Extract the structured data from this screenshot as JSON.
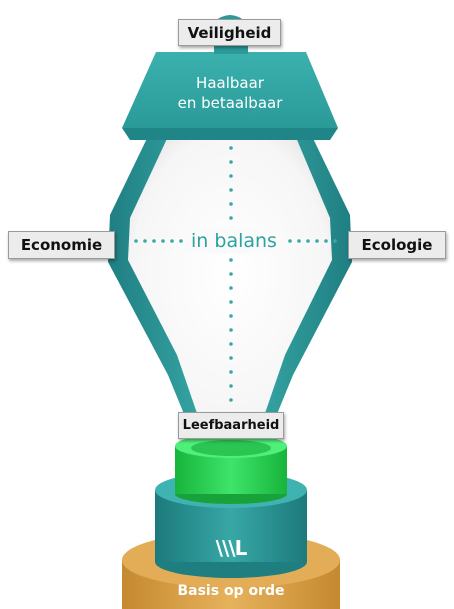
{
  "labels": {
    "top": "Veiligheid",
    "left": "Economie",
    "right": "Ecologie",
    "bottom": "Leefbaarheid"
  },
  "top_band": {
    "line1": "Haalbaar",
    "line2": "en betaalbaar"
  },
  "center_text": "in balans",
  "logo_text": "\\\\\\L",
  "base_text": "Basis op orde",
  "colors": {
    "teal": "#34a5a5",
    "teal_dark": "#1f7e82",
    "green": "#22d04a",
    "orange": "#d9a04a",
    "dots": "#3aa8a8"
  }
}
